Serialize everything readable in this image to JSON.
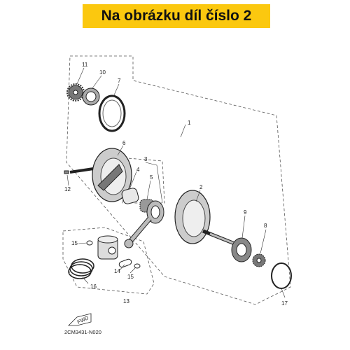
{
  "banner": {
    "text": "Na obrázku díl číslo 2"
  },
  "diagram": {
    "callouts": [
      "1",
      "2",
      "3",
      "4",
      "5",
      "6",
      "7",
      "8",
      "9",
      "10",
      "11",
      "12",
      "13",
      "14",
      "15",
      "15",
      "16",
      "17"
    ],
    "fwd_label": "FWD",
    "drawing_code": "2CM3431-N020"
  }
}
